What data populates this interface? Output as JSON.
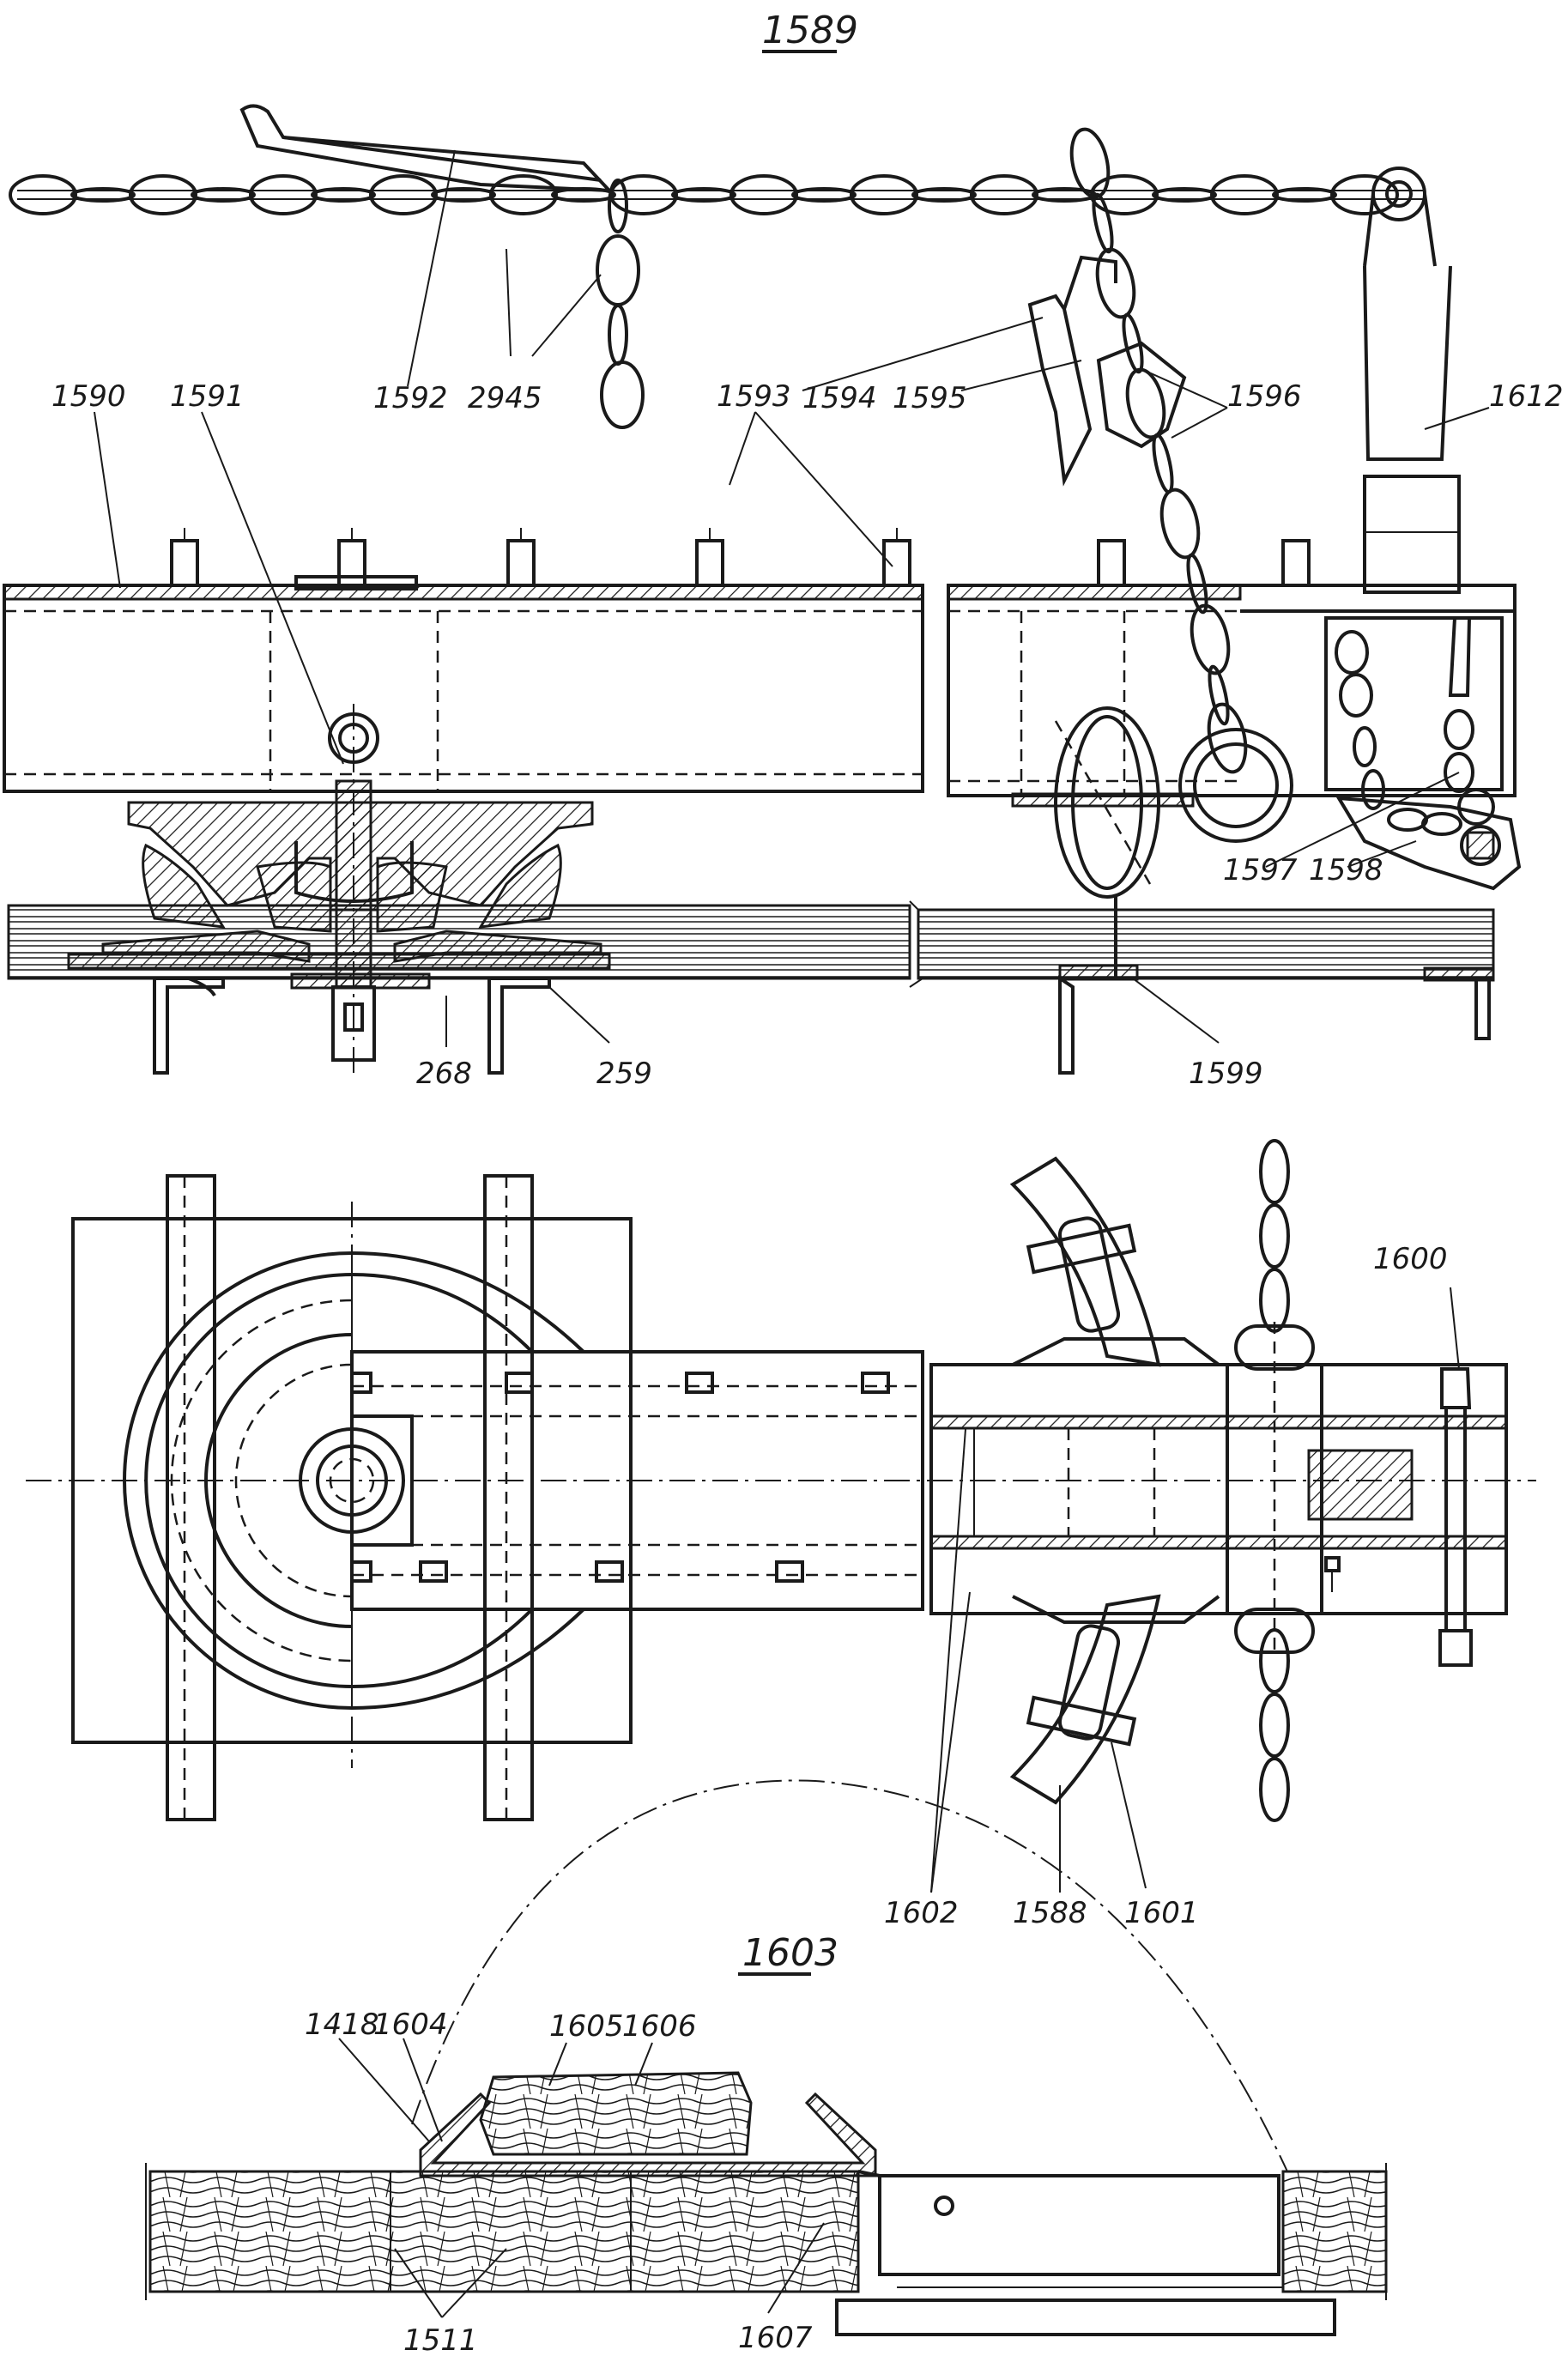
{
  "figures": {
    "main_number": "1589",
    "detail_number": "1603"
  },
  "callouts": {
    "c1590": "1590",
    "c1591": "1591",
    "c1592": "1592",
    "c2945": "2945",
    "c1593": "1593",
    "c1594": "1594",
    "c1595": "1595",
    "c1596": "1596",
    "c1612": "1612",
    "c1597": "1597",
    "c1598": "1598",
    "c268": "268",
    "c259": "259",
    "c1599": "1599",
    "c1600": "1600",
    "c1602": "1602",
    "c1588": "1588",
    "c1601": "1601",
    "c1418": "1418",
    "c1604": "1604",
    "c1605": "1605",
    "c1606": "1606",
    "c1511": "1511",
    "c1607": "1607"
  }
}
